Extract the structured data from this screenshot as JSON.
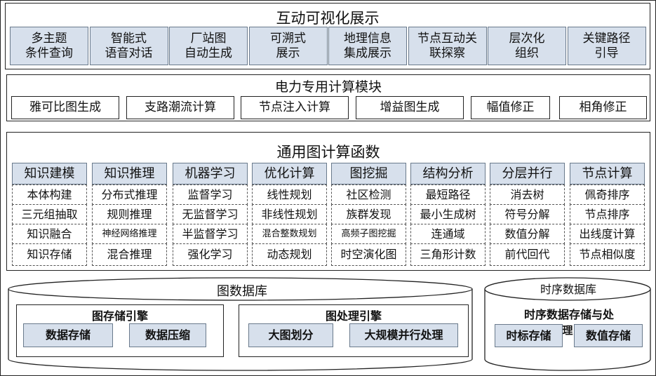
{
  "visual": {
    "title": "互动可视化展示",
    "items": [
      "多主题\n条件查询",
      "智能式\n语音对话",
      "厂站图\n自动生成",
      "可溯式\n展示",
      "地理信息\n集成展示",
      "节点互动关\n联探察",
      "层次化\n组织",
      "关键路径\n引导"
    ]
  },
  "power": {
    "title": "电力专用计算模块",
    "items": [
      "雅可比图生成",
      "支路潮流计算",
      "节点注入计算",
      "增益图生成",
      "幅值修正",
      "相角修正"
    ]
  },
  "general": {
    "title": "通用图计算函数",
    "columns": [
      {
        "header": "知识建模",
        "items": [
          "本体构建",
          "三元组抽取",
          "知识融合",
          "知识存储"
        ]
      },
      {
        "header": "知识推理",
        "items": [
          "分布式推理",
          "规则推理",
          "神经网络推理",
          "混合推理"
        ]
      },
      {
        "header": "机器学习",
        "items": [
          "监督学习",
          "无监督学习",
          "半监督学习",
          "强化学习"
        ]
      },
      {
        "header": "优化计算",
        "items": [
          "线性规划",
          "非线性规划",
          "混合整数规划",
          "动态规划"
        ]
      },
      {
        "header": "图挖掘",
        "items": [
          "社区检测",
          "族群发现",
          "高频子图挖掘",
          "时空演化图"
        ]
      },
      {
        "header": "结构分析",
        "items": [
          "最短路径",
          "最小生成树",
          "连通域",
          "三角形计数"
        ]
      },
      {
        "header": "分层并行",
        "items": [
          "消去树",
          "符号分解",
          "数值分解",
          "前代回代"
        ]
      },
      {
        "header": "节点计算",
        "items": [
          "佩奇排序",
          "节点排序",
          "出线度计算",
          "节点相似度"
        ]
      }
    ]
  },
  "graph_db": {
    "title": "图数据库",
    "storage": {
      "title": "图存储引擎",
      "items": [
        "数据存储",
        "数据压缩"
      ]
    },
    "processing": {
      "title": "图处理引擎",
      "items": [
        "大图划分",
        "大规模并行处理"
      ]
    }
  },
  "ts_db": {
    "title": "时序数据库",
    "subtitle": "时序数据存储与处",
    "subtitle_wrap": "理",
    "items": [
      "时标存储",
      "数值存储"
    ]
  }
}
